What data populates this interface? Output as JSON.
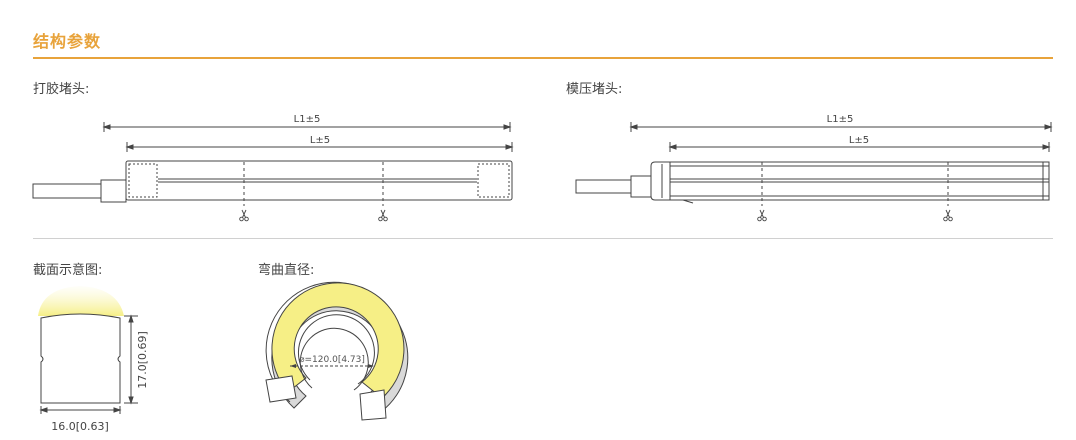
{
  "section": {
    "title": "结构参数"
  },
  "colors": {
    "accent": "#e8a33b",
    "line": "#444444",
    "light_yellow": "#f6ef86"
  },
  "glue_end_cap": {
    "label": "打胶堵头:",
    "dim_overall": "L1±5",
    "dim_inner": "L±5"
  },
  "molded_end_cap": {
    "label": "模压堵头:",
    "dim_overall": "L1±5",
    "dim_inner": "L±5"
  },
  "cross_section": {
    "label": "截面示意图:",
    "height_dim": "17.0[0.69]",
    "width_dim": "16.0[0.63]"
  },
  "bend_diameter": {
    "label": "弯曲直径:",
    "diameter_dim": "⌀=120.0[4.73]"
  },
  "icons": {
    "cut_mark": "scissors-icon"
  }
}
